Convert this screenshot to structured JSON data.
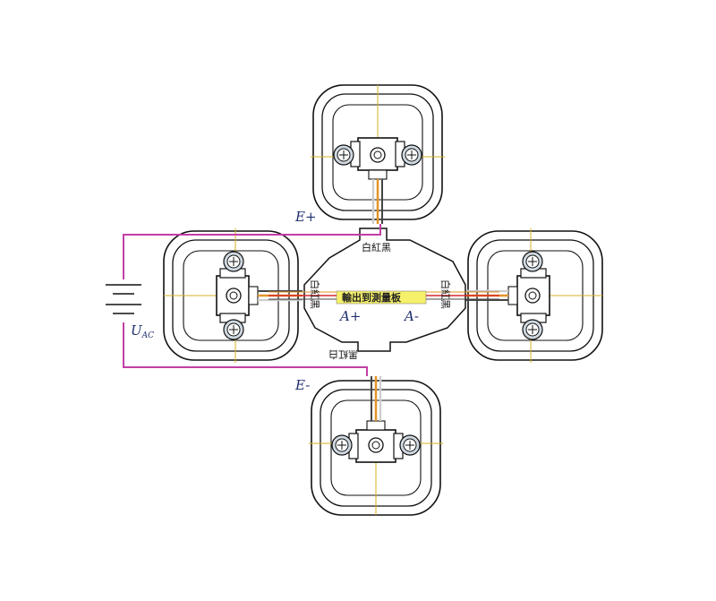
{
  "labels": {
    "e_plus": "E+",
    "e_minus": "E-",
    "a_plus": "A+",
    "a_minus": "A-",
    "u_main": "U",
    "u_sub": "AC",
    "board": "輸出到測量板",
    "top_wires": "白紅黑",
    "bottom_wires": "黑紅白",
    "left_wires": "白紅黑",
    "right_wires": "白紅黑"
  },
  "colors": {
    "excitation_wire": "#c23fa6",
    "signal_wire": "#d62a2a",
    "outline": "#111111",
    "centerline": "#d4b020",
    "board_highlight": "#f6f06a",
    "strain_white": "#e9e9e9",
    "strain_orange": "#e2952a"
  },
  "icons": {
    "cell_top": "load-cell-icon",
    "cell_left": "load-cell-icon",
    "cell_right": "load-cell-icon",
    "cell_bottom": "load-cell-icon",
    "battery": "battery-icon",
    "screw": "screw-icon"
  }
}
